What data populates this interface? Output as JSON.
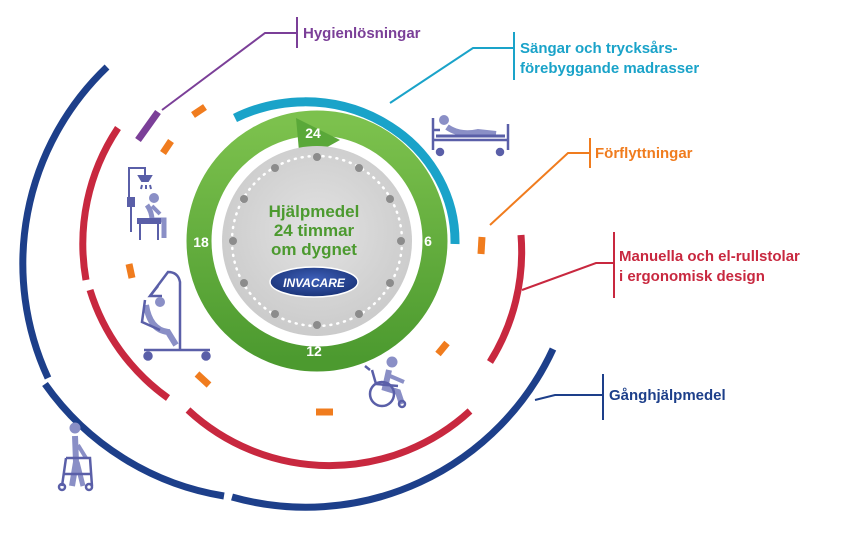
{
  "center": {
    "line1": "Hjälpmedel",
    "line2": "24 timmar",
    "line3": "om dygnet",
    "logo": "INVACARE"
  },
  "clock": {
    "h24": "24",
    "h6": "6",
    "h12": "12",
    "h18": "18"
  },
  "categories": {
    "hygiene": {
      "line1": "Hygienlösningar",
      "color": "#7b3f98",
      "icon": "shower-chair-icon"
    },
    "beds": {
      "line1": "Sängar och trycksårs-",
      "line2": "förebyggande madrasser",
      "color": "#1aa3c9",
      "icon": "bed-icon"
    },
    "transfer": {
      "line1": "Förflyttningar",
      "color": "#f07c1e",
      "icon": "patient-lift-icon"
    },
    "wheelchairs": {
      "line1": "Manuella och el-rullstolar",
      "line2": "i ergonomisk design",
      "color": "#c8283f",
      "icon": "wheelchair-icon"
    },
    "walking": {
      "line1": "Gånghjälpmedel",
      "color": "#1d3f8a",
      "icon": "walker-icon"
    }
  },
  "colors": {
    "green": "#5aa839",
    "greenDark": "#3f8b2a",
    "dial": "#d3d3d3",
    "icon": "#8a8fc6"
  }
}
